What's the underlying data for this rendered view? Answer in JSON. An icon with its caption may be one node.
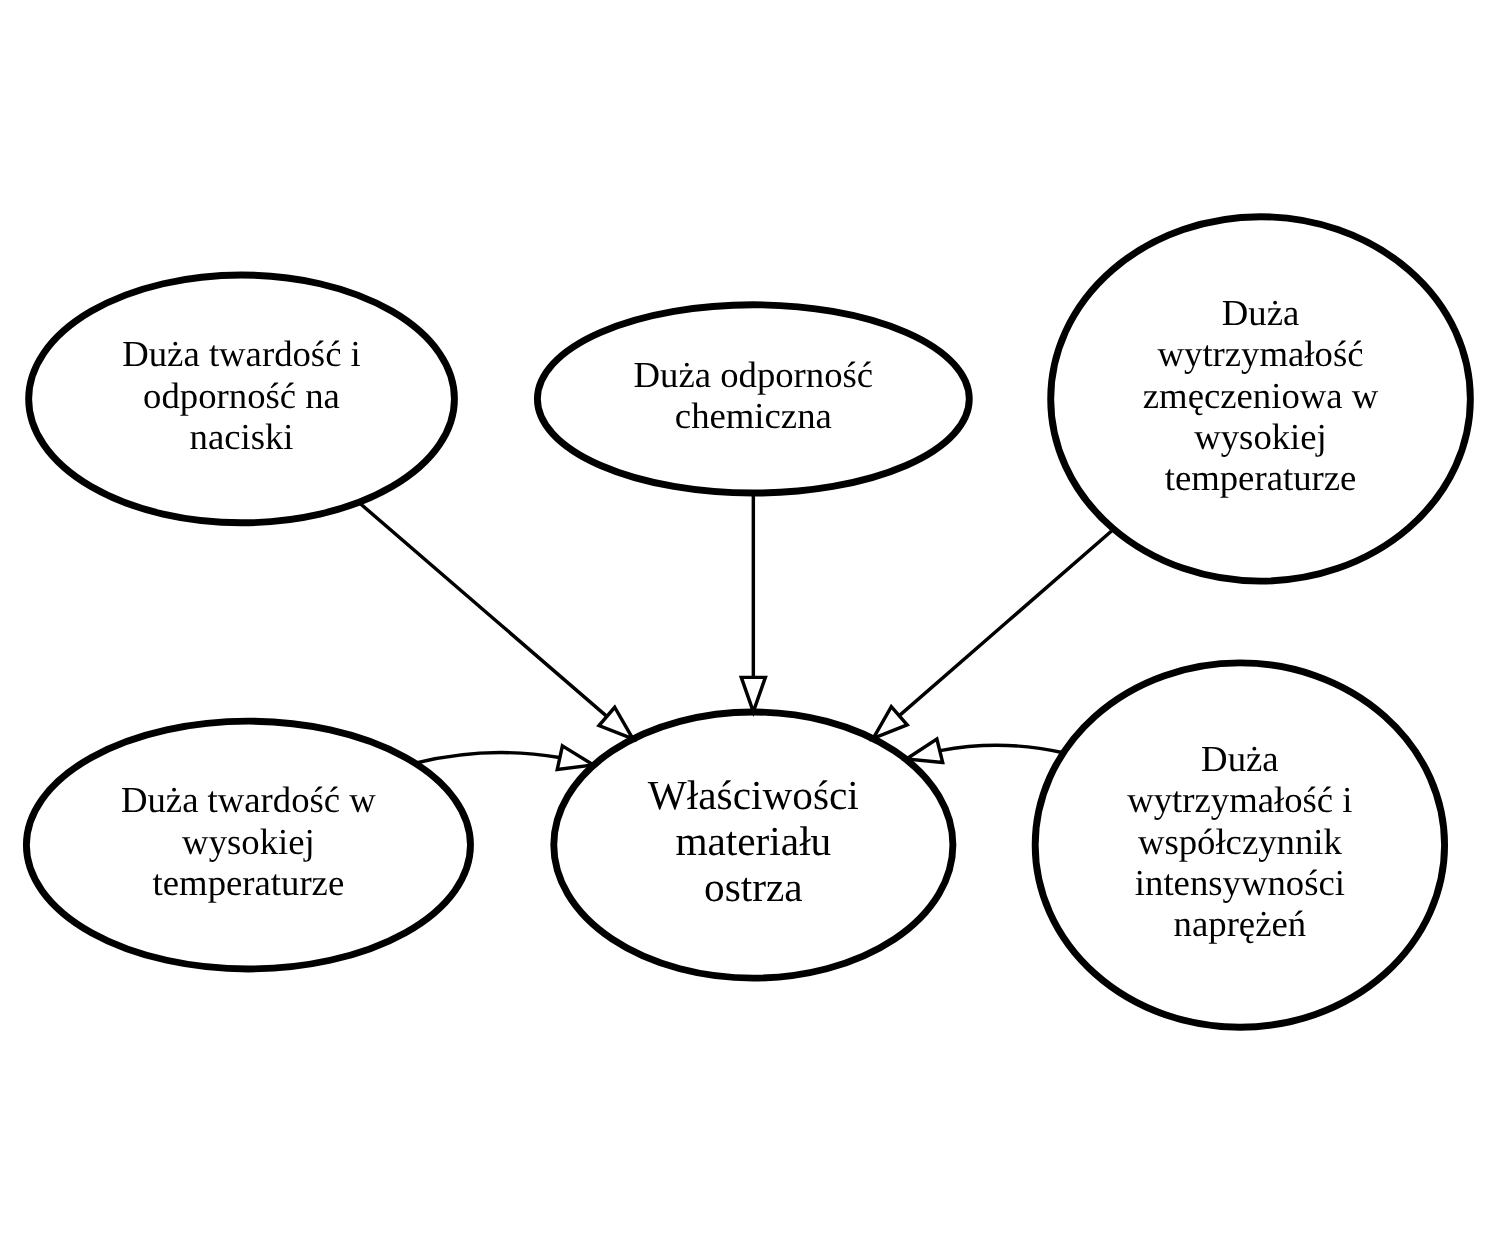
{
  "diagram": {
    "nodes": [
      {
        "text": [
          "Duża twardość i odporność na naciski"
        ]
      },
      {
        "text": [
          "Duża twardość w wysokiej temperaturze"
        ]
      },
      {
        "text": [
          "Właściwości materiału ostrza"
        ]
      },
      {
        "text": [
          "Duża wytrzymałość i współczynnik intensywności naprężeń"
        ]
      },
      {
        "text": [
          "Duża odporność chemiczna"
        ]
      },
      {
        "text": [
          "Duża wytrzymałość zmęczeniowa w wysokiej temperaturze"
        ]
      }
    ],
    "edges": [
      {
        "from": 0,
        "to": 2,
        "arrow": "to"
      },
      {
        "from": 1,
        "to": 2,
        "arrow": "to"
      },
      {
        "from": 3,
        "to": 2,
        "arrow": "to"
      },
      {
        "from": 4,
        "to": 2,
        "arrow": "to"
      },
      {
        "from": 5,
        "to": 2,
        "arrow": "to"
      }
    ]
  }
}
